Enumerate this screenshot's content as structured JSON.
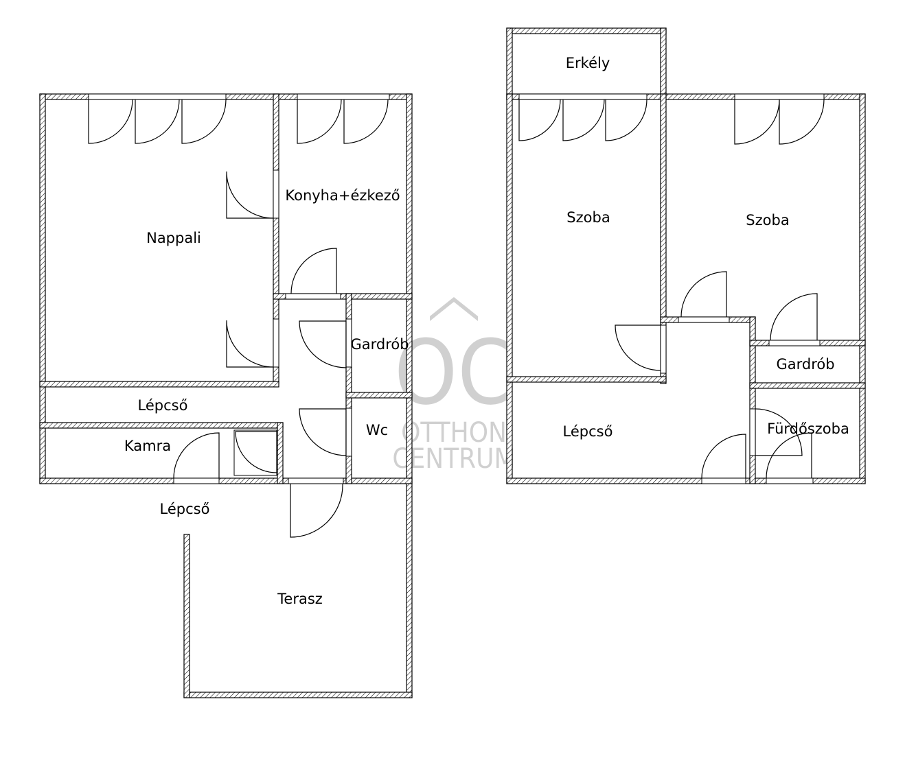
{
  "ground_floor": {
    "rooms": {
      "nappali": "Nappali",
      "konyha": "Konyha+ézkező",
      "gardrob": "Gardrób",
      "wc": "Wc",
      "lepcso_inner": "Lépcső",
      "kamra": "Kamra",
      "lepcso_outer": "Lépcső",
      "terasz": "Terasz"
    }
  },
  "upper_floor": {
    "rooms": {
      "erkely": "Erkély",
      "szoba_left": "Szoba",
      "szoba_right": "Szoba",
      "gardrob": "Gardrób",
      "furdoszoba": "Fürdőszoba",
      "lepcso": "Lépcső"
    }
  },
  "watermark": {
    "logo": "OC",
    "line1": "OTTHON",
    "line2": "CENTRUM"
  }
}
